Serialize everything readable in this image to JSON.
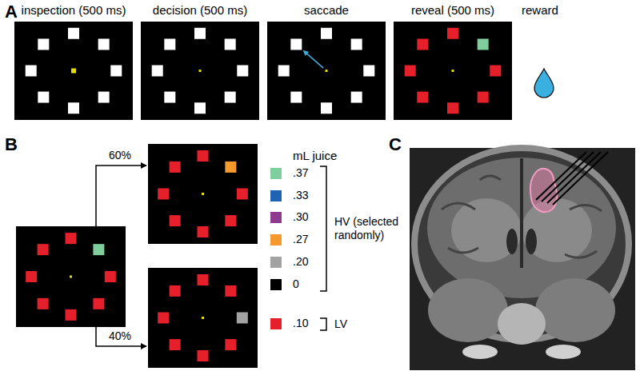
{
  "diagram": {
    "nodes": [
      {
        "text": [
          "inspection (500 ms)"
        ]
      },
      {
        "text": [
          "decision (500 ms)"
        ]
      },
      {
        "text": [
          "saccade"
        ]
      },
      {
        "text": [
          "reveal (500 ms)"
        ]
      }
    ],
    "labels": [
      "A",
      "reward",
      "B",
      "60%",
      "40%",
      "mL juice",
      "HV (selected randomly)",
      "LV",
      "C"
    ],
    "legend": [
      {
        "text": ".37",
        "color": "#7fcf9e"
      },
      {
        "text": ".33",
        "color": "#1f63b3"
      },
      {
        "text": ".30",
        "color": "#8e3b8f"
      },
      {
        "text": ".27",
        "color": "#f5992f"
      },
      {
        "text": ".20",
        "color": "#a3a3a3"
      },
      {
        "text": "0",
        "color": "#000000"
      },
      {
        "text": ".10",
        "color": "#e5202b"
      }
    ]
  }
}
